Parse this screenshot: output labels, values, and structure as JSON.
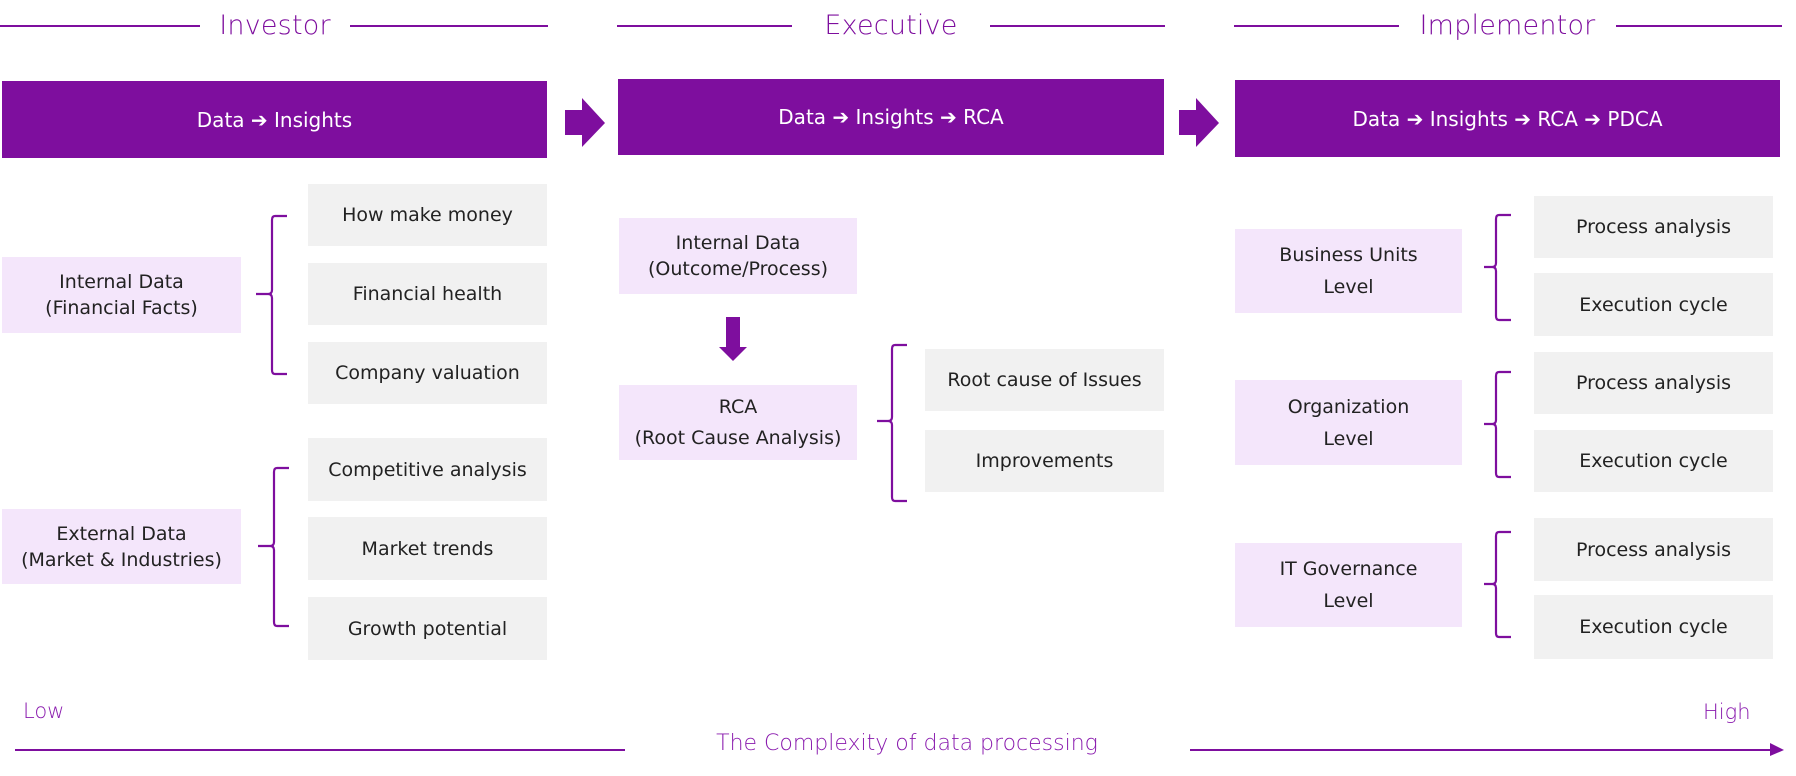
{
  "colors": {
    "primary_purple": "#7E0E9E",
    "light_purple_box": "#F4E6FB",
    "gray_box": "#F1F1F1",
    "text_dark": "#222222",
    "label_purple": "#8A1BAE"
  },
  "columns": [
    {
      "title": "Investor",
      "banner": "Data ➔ Insights",
      "groups": [
        {
          "source": "Internal Data\n(Financial Facts)",
          "items": [
            "How make money",
            "Financial health",
            "Company valuation"
          ]
        },
        {
          "source": "External Data\n(Market & Industries)",
          "items": [
            "Competitive analysis",
            "Market trends",
            "Growth potential"
          ]
        }
      ]
    },
    {
      "title": "Executive",
      "banner": "Data ➔ Insights ➔ RCA",
      "source": "Internal Data\n(Outcome/Process)",
      "rca": "RCA\n(Root Cause Analysis)",
      "items": [
        "Root cause of Issues",
        "Improvements"
      ]
    },
    {
      "title": "Implementor",
      "banner": "Data ➔ Insights ➔ RCA ➔ PDCA",
      "groups": [
        {
          "source": "Business Units\nLevel",
          "items": [
            "Process analysis",
            "Execution cycle"
          ]
        },
        {
          "source": "Organization\nLevel",
          "items": [
            "Process analysis",
            "Execution cycle"
          ]
        },
        {
          "source": "IT Governance\nLevel",
          "items": [
            "Process analysis",
            "Execution cycle"
          ]
        }
      ]
    }
  ],
  "icons": {
    "flow_arrow": "right-block-arrow",
    "down_arrow": "down-block-arrow",
    "bracket": "curly-brace"
  },
  "axis": {
    "low_label": "Low",
    "high_label": "High",
    "title": "The Complexity of data processing"
  }
}
